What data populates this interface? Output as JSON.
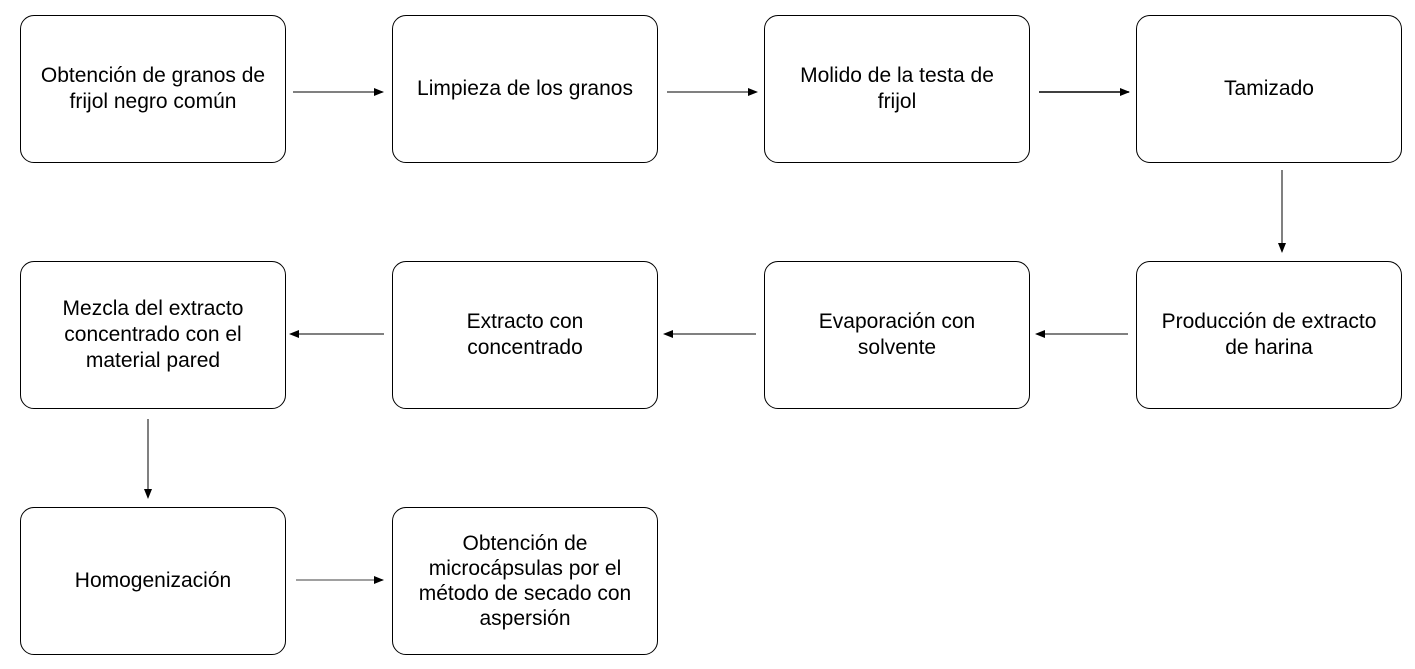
{
  "diagram": {
    "type": "flowchart",
    "steps": [
      {
        "id": "b1",
        "label": "Obtención de granos de frijol negro común"
      },
      {
        "id": "b2",
        "label": "Limpieza de los granos"
      },
      {
        "id": "b3",
        "label": "Molido de la testa de frijol"
      },
      {
        "id": "b4",
        "label": "Tamizado"
      },
      {
        "id": "b5",
        "label": "Producción de extracto de harina"
      },
      {
        "id": "b6",
        "label": "Evaporación con solvente"
      },
      {
        "id": "b7",
        "label": "Extracto con concentrado"
      },
      {
        "id": "b8",
        "label": "Mezcla del extracto concentrado con el material pared"
      },
      {
        "id": "b9",
        "label": "Homogenización"
      },
      {
        "id": "b10",
        "label": "Obtención de microcápsulas por el método de secado con aspersión"
      }
    ],
    "connections": [
      {
        "from": "b1",
        "to": "b2"
      },
      {
        "from": "b2",
        "to": "b3"
      },
      {
        "from": "b3",
        "to": "b4"
      },
      {
        "from": "b4",
        "to": "b5"
      },
      {
        "from": "b5",
        "to": "b6"
      },
      {
        "from": "b6",
        "to": "b7"
      },
      {
        "from": "b7",
        "to": "b8"
      },
      {
        "from": "b8",
        "to": "b9"
      },
      {
        "from": "b9",
        "to": "b10"
      }
    ],
    "colors": {
      "box_border": "#000000",
      "box_fill": "#ffffff",
      "arrow": "#000000",
      "text": "#000000"
    }
  }
}
